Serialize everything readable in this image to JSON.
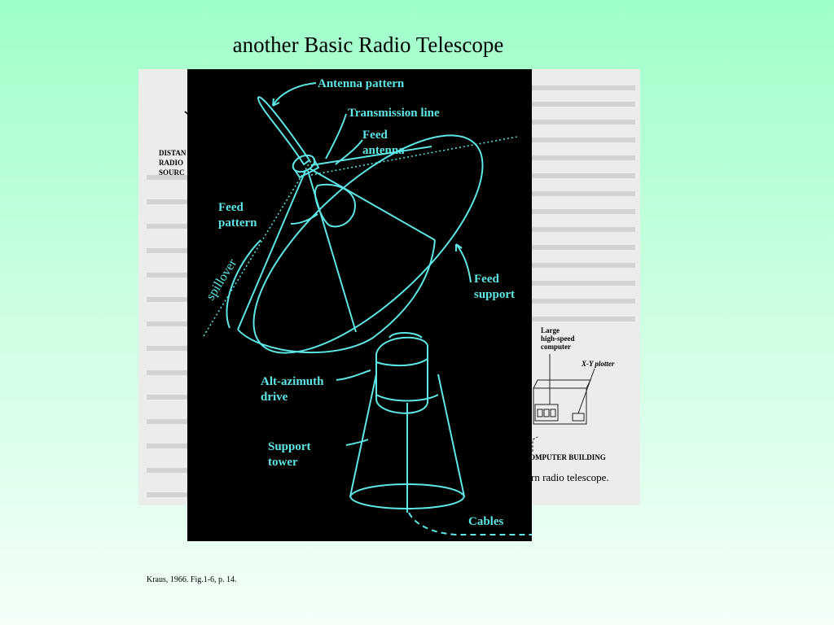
{
  "slide": {
    "title": "another Basic Radio Telescope",
    "citation": "Kraus, 1966. Fig.1-6, p. 14."
  },
  "diagram": {
    "labels": {
      "antenna_pattern": "Antenna pattern",
      "transmission_line": "Transmission line",
      "feed_antenna_1": "Feed",
      "feed_antenna_2": "antenna",
      "feed_pattern_1": "Feed",
      "feed_pattern_2": "pattern",
      "spillover": "spillover",
      "feed_support_1": "Feed",
      "feed_support_2": "support",
      "alt_azimuth_1": "Alt-azimuth",
      "alt_azimuth_2": "drive",
      "support_tower_1": "Support",
      "support_tower_2": "tower",
      "cables": "Cables"
    },
    "side_labels": {
      "distant_1": "DISTAN",
      "distant_2": "RADIO",
      "distant_3": "SOURC",
      "computer_1": "Large",
      "computer_2": "high-speed",
      "computer_3": "computer",
      "plotter": "X-Y plotter",
      "building": "OMPUTER BUILDING",
      "caption": "rn radio telescope."
    },
    "colors": {
      "line": "#5fe6e6",
      "panel_bg": "#000000"
    }
  }
}
